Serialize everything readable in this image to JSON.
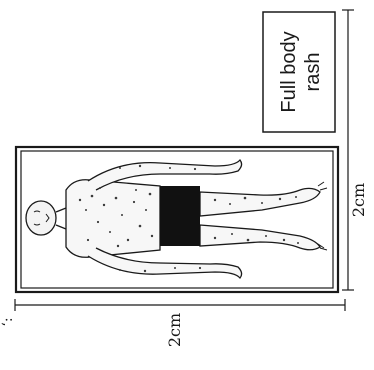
{
  "figure": {
    "label_lines": [
      "Full body",
      "rash"
    ],
    "dimension_right": "2cm",
    "dimension_bottom": "2cm",
    "corner_mark": "‘:"
  },
  "colors": {
    "ink": "#1a1a1a",
    "shorts": "#111111",
    "paper": "#ffffff",
    "rash": "#3a3a3a"
  }
}
